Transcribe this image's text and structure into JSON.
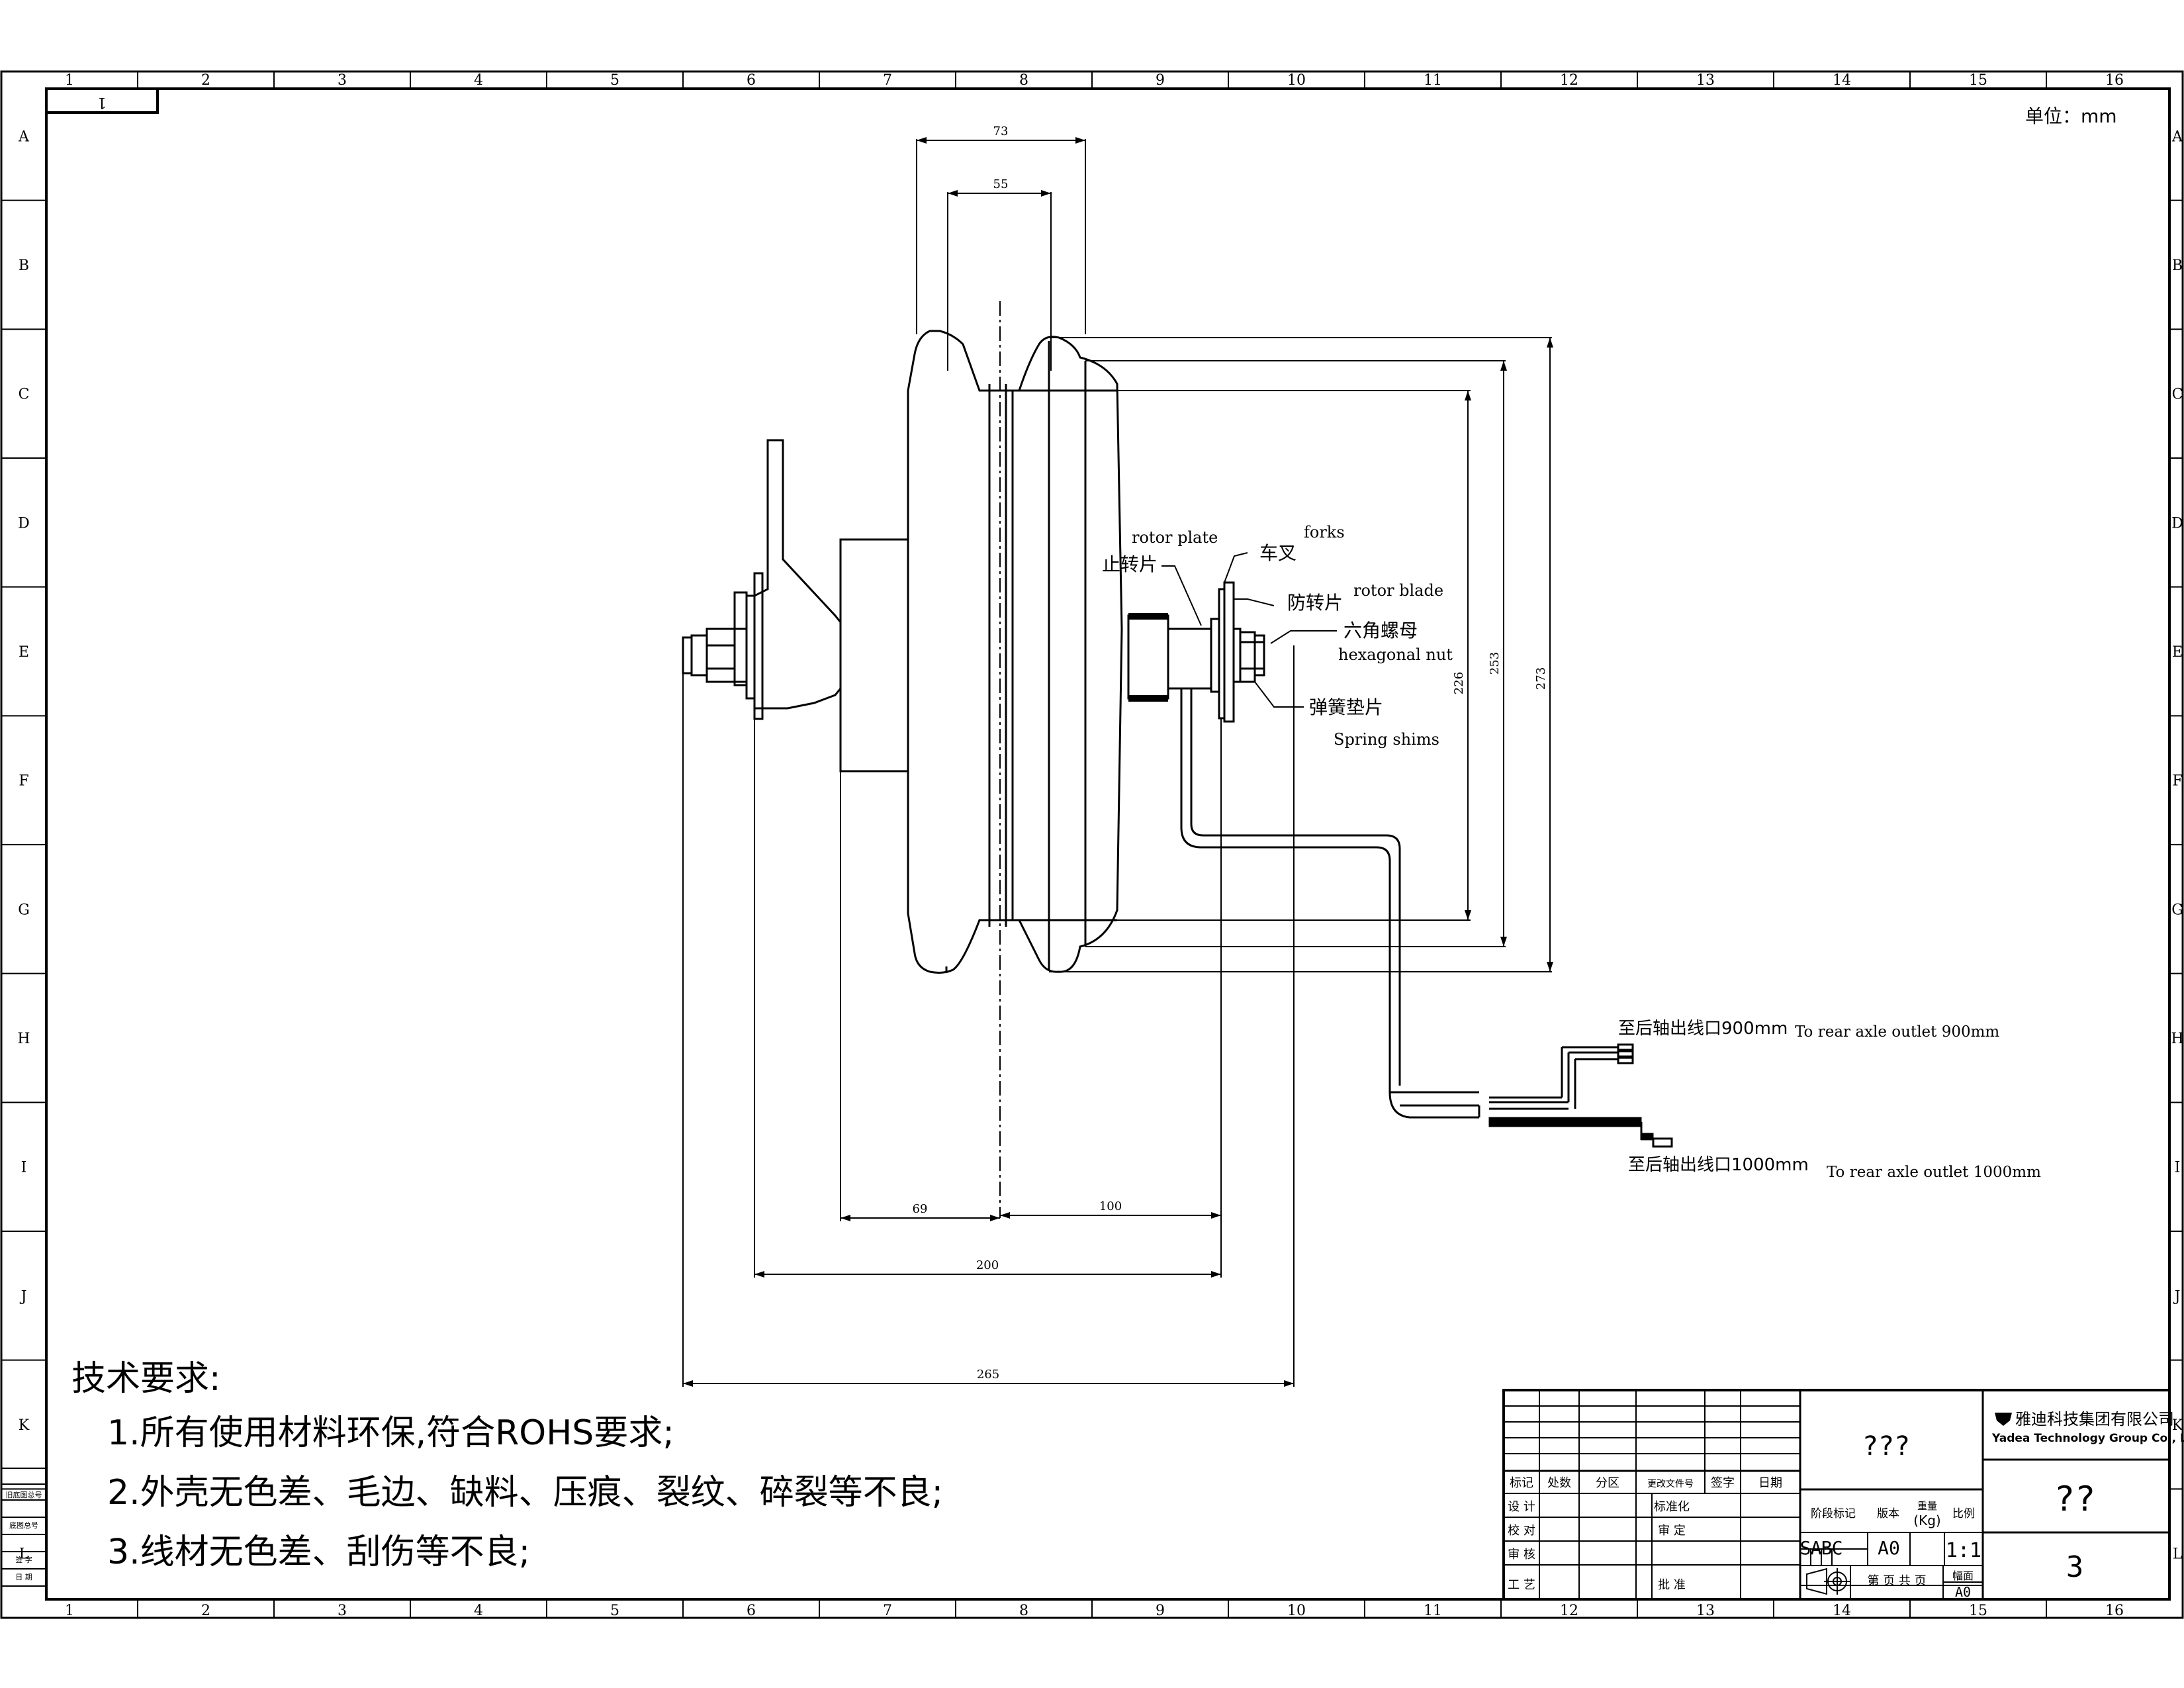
{
  "unit_label": "单位：mm",
  "sheet_tab": "1",
  "zone_columns": [
    "1",
    "2",
    "3",
    "4",
    "5",
    "6",
    "7",
    "8",
    "9",
    "10",
    "11",
    "12",
    "13",
    "14",
    "15",
    "16"
  ],
  "zone_rows": [
    "A",
    "B",
    "C",
    "D",
    "E",
    "F",
    "G",
    "H",
    "I",
    "J",
    "K",
    "L"
  ],
  "dimensions": {
    "d73": "73",
    "d55": "55",
    "d69": "69",
    "d100": "100",
    "d200": "200",
    "d265": "265",
    "d226": "226",
    "d253": "253",
    "d273": "273"
  },
  "callouts": {
    "rotor_plate_en": "rotor plate",
    "rotor_plate_cn": "止转片",
    "forks_en": "forks",
    "forks_cn": "车叉",
    "rotor_blade_en": "rotor blade",
    "rotor_blade_cn": "防转片",
    "hex_nut_cn": "六角螺母",
    "hex_nut_en": "hexagonal nut",
    "spring_cn": "弹簧垫片",
    "spring_en": "Spring shims",
    "outlet900_cn": "至后轴出线口900mm",
    "outlet900_en": "To rear axle outlet 900mm",
    "outlet1000_cn": "至后轴出线口1000mm",
    "outlet1000_en": "To rear axle outlet 1000mm"
  },
  "tech_requirements": {
    "title": "技术要求:",
    "items": [
      "1.所有使用材料环保,符合ROHS要求;",
      "2.外壳无色差、毛边、缺料、压痕、裂纹、碎裂等不良;",
      "3.线材无色差、刮伤等不良;"
    ]
  },
  "left_stamp_labels": [
    "旧底图总号",
    "底图总号",
    "签 字",
    "日 期"
  ],
  "title_block": {
    "company_cn": "雅迪科技集团有限公司",
    "company_en": "Yadea Technology Group Co., Ltd",
    "drawing_name": "???",
    "drawing_number": "??",
    "sheet_number": "3",
    "rev_headers": [
      "标记",
      "处数",
      "分区",
      "更改文件号",
      "签字",
      "日期"
    ],
    "role_labels": [
      "设 计",
      "校 对",
      "审 核",
      "工 艺"
    ],
    "std_labels": [
      "标准化",
      "审 定",
      "批 准"
    ],
    "stage_label": "阶段标记",
    "version_label": "版本",
    "weight_label": "重量",
    "weight_unit": "(Kg)",
    "scale_label": "比例",
    "stages": [
      "S",
      "A",
      "B",
      "C",
      "A0"
    ],
    "scale": "1:1",
    "page_text": "第  页  共  页",
    "format_label": "幅面",
    "format_value": "A0"
  }
}
